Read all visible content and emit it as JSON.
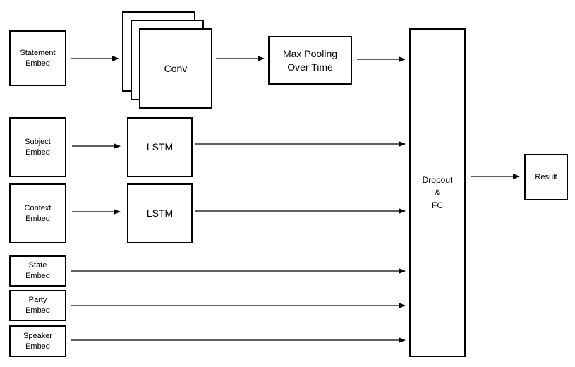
{
  "inputs": {
    "statement": [
      "Statement",
      "Embed"
    ],
    "subject": [
      "Subject",
      "Embed"
    ],
    "context": [
      "Context",
      "Embed"
    ],
    "state": [
      "State",
      "Embed"
    ],
    "party": [
      "Party",
      "Embed"
    ],
    "speaker": [
      "Speaker",
      "Embed"
    ]
  },
  "layers": {
    "conv": "Conv",
    "maxpool": [
      "Max Pooling",
      "Over Time"
    ],
    "lstm_subject": "LSTM",
    "lstm_context": "LSTM",
    "dropout_fc": [
      "Dropout",
      "&",
      "FC"
    ]
  },
  "output": {
    "result": "Result"
  }
}
